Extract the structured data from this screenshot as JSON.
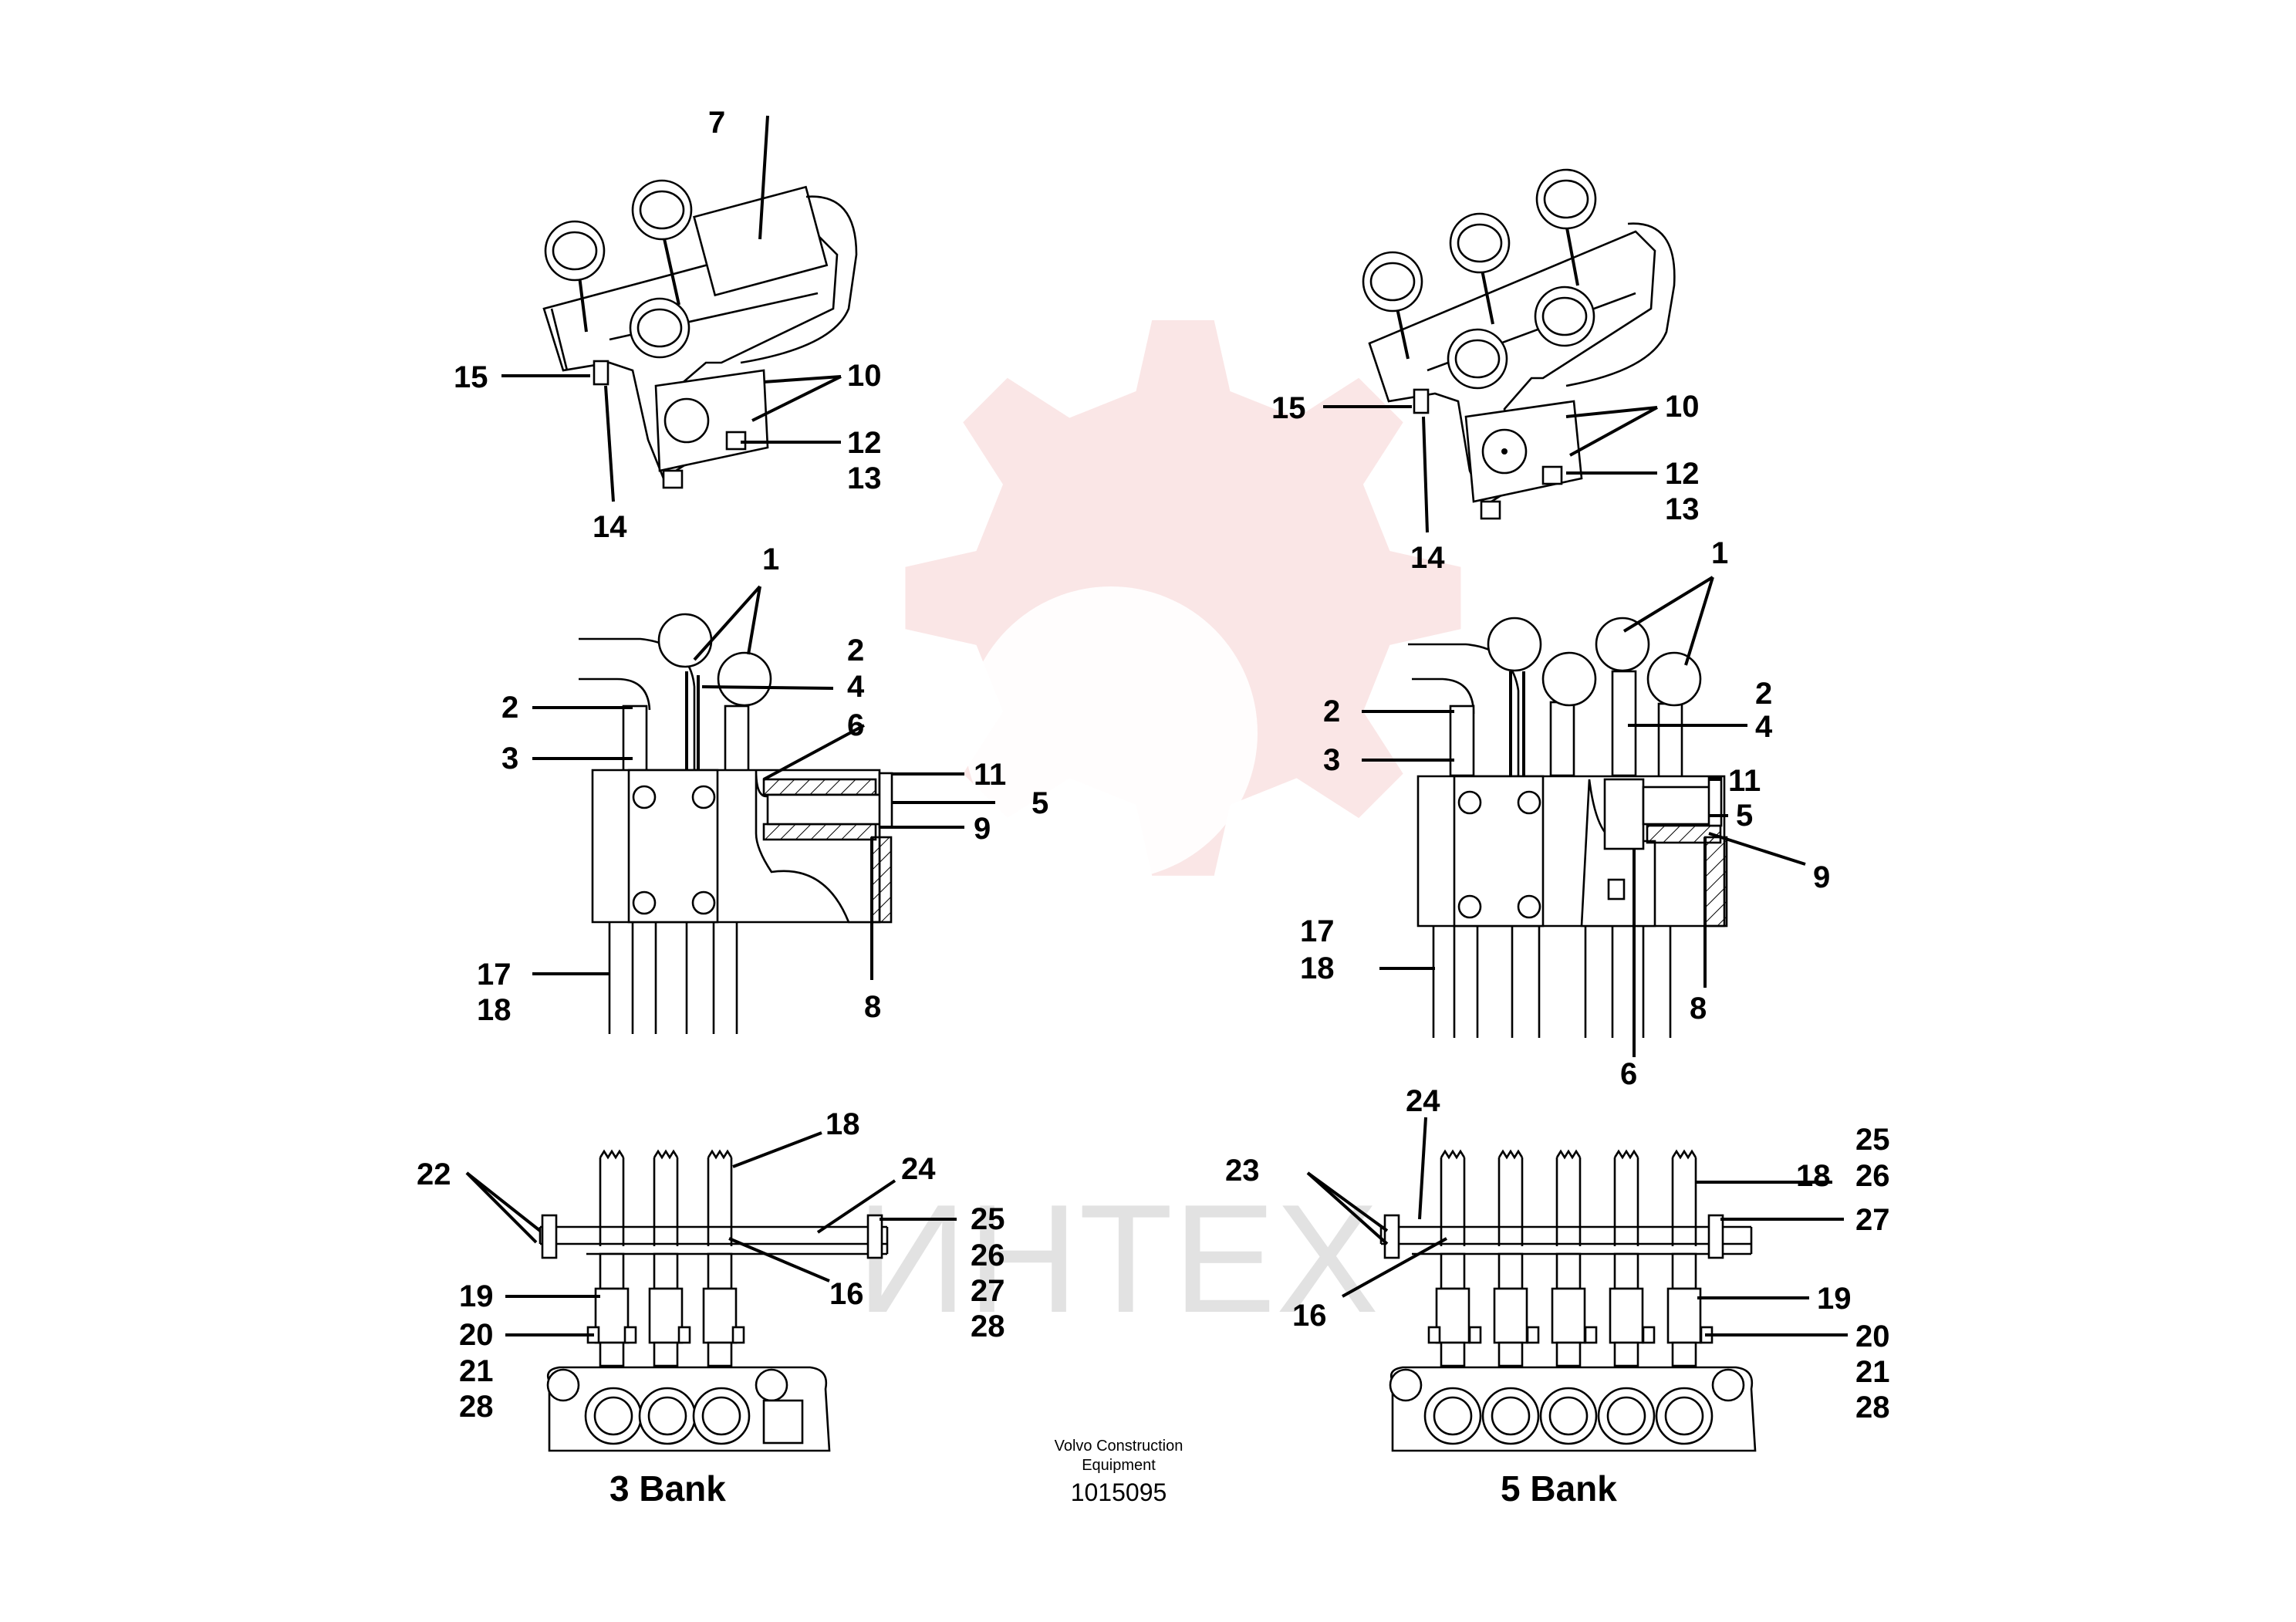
{
  "watermark": {
    "text": "ИНТЕХ",
    "logo_color": "#f2b8b8"
  },
  "footer": {
    "company_line1": "Volvo Construction",
    "company_line2": "Equipment",
    "drawing_number": "1015095"
  },
  "views": {
    "three_bank": {
      "title": "3 Bank"
    },
    "five_bank": {
      "title": "5 Bank"
    }
  },
  "callouts": {
    "tl": {
      "c7": "7",
      "c15": "15",
      "c10": "10",
      "c12": "12",
      "c13": "13",
      "c14": "14"
    },
    "tr": {
      "c15": "15",
      "c10": "10",
      "c12": "12",
      "c13": "13",
      "c14": "14"
    },
    "ml": {
      "c1": "1",
      "c2a": "2",
      "c4": "4",
      "c2b": "2",
      "c6": "6",
      "c3": "3",
      "c11": "11",
      "c5": "5",
      "c9": "9",
      "c17": "17",
      "c18": "18",
      "c8": "8"
    },
    "mr": {
      "c1": "1",
      "c2a": "2",
      "c2b": "2",
      "c4": "4",
      "c3": "3",
      "c11": "11",
      "c5": "5",
      "c9": "9",
      "c17": "17",
      "c18": "18",
      "c8": "8",
      "c6": "6"
    },
    "bl": {
      "c18": "18",
      "c22": "22",
      "c24": "24",
      "c25": "25",
      "c26": "26",
      "c27": "27",
      "c28a": "28",
      "c16": "16",
      "c19": "19",
      "c20": "20",
      "c21": "21",
      "c28b": "28"
    },
    "br": {
      "c24": "24",
      "c25": "25",
      "c23": "23",
      "c18": "18",
      "c26": "26",
      "c27": "27",
      "c16": "16",
      "c19": "19",
      "c20": "20",
      "c21": "21",
      "c28": "28"
    }
  }
}
